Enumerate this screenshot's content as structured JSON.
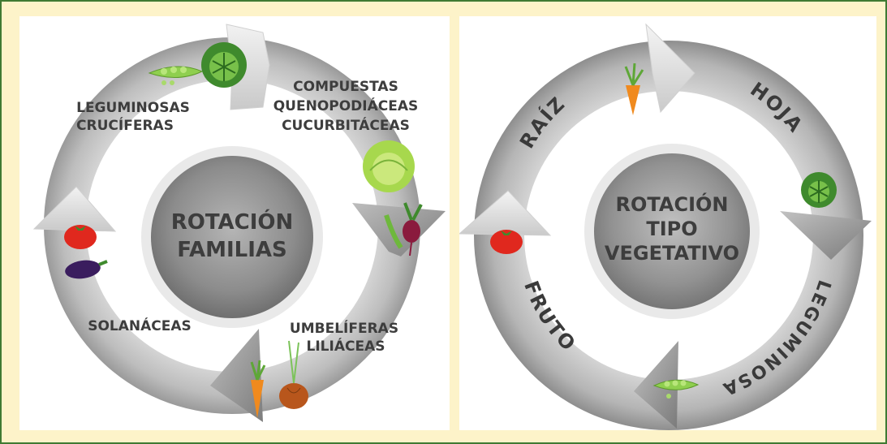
{
  "left_diagram": {
    "center": {
      "line1": "ROTACIÓN",
      "line2": "FAMILIAS"
    },
    "top_left": {
      "line1": "LEGUMINOSAS",
      "line2": "CRUCÍFERAS"
    },
    "top_right": {
      "line1": "COMPUESTAS",
      "line2": "QUENOPODIÁCEAS",
      "line3": "CUCURBITÁCEAS"
    },
    "bottom_right": {
      "line1": "UMBELÍFERAS",
      "line2": "LILIÁCEAS"
    },
    "left": {
      "line1": "SOLANÁCEAS"
    }
  },
  "right_diagram": {
    "center": {
      "line1": "ROTACIÓN",
      "line2": "TIPO",
      "line3": "VEGETATIVO"
    },
    "segments": {
      "top_left": "RAÍZ",
      "top_right": "HOJA",
      "bottom_right": "LEGUMINOSA",
      "bottom_left": "FRUTO"
    }
  },
  "colors": {
    "frame_border": "#3f7a33",
    "frame_background": "#fdf3c9",
    "ring_light": "#e6e6e6",
    "ring_dark": "#8f8f8f",
    "text": "#3d3d3d"
  },
  "icons": [
    "pea-pod-icon",
    "cabbage-icon",
    "lettuce-icon",
    "beet-icon",
    "carrot-icon",
    "onion-icon",
    "tomato-icon",
    "eggplant-icon"
  ]
}
